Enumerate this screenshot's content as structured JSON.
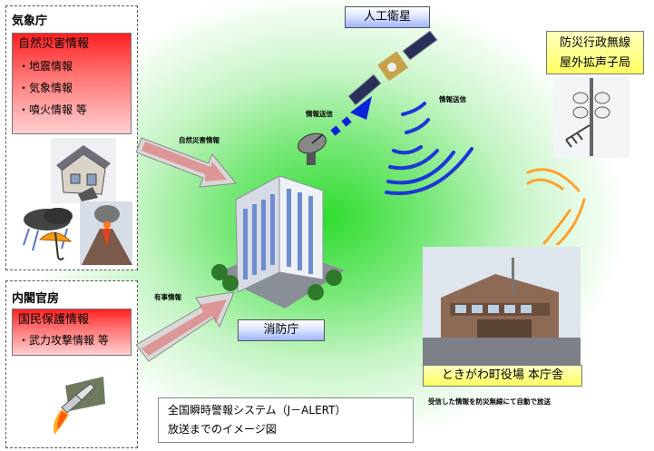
{
  "jma": {
    "title": "気象庁",
    "box_title": "自然災害情報",
    "items": [
      "・地震情報",
      "・気象情報",
      "・噴火情報 等"
    ]
  },
  "cabinet": {
    "title": "内閣官房",
    "box_title": "国民保護情報",
    "items": [
      "・武力攻撃情報 等"
    ]
  },
  "satellite_label": "人工衛星",
  "fire_agency_label": "消防庁",
  "wireless": {
    "line1": "防災行政無線",
    "line2": "屋外拡声子局"
  },
  "townhall_label": "ときがわ町役場 本庁舎",
  "arrow_labels": {
    "natural": "自然災害情報",
    "emergency": "有事情報",
    "uplink": "情報送信",
    "downlink": "情報送信"
  },
  "note": "受信した情報を防災無線にて自動で放送",
  "caption": {
    "line1": "全国瞬時警報システム（J－ALERT）",
    "line2": "放送までのイメージ図"
  }
}
